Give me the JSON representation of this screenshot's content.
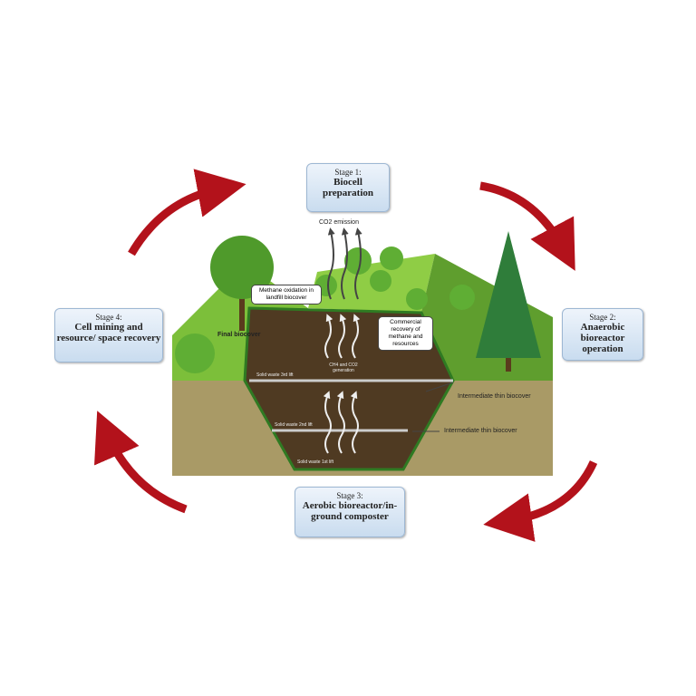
{
  "stages": [
    {
      "num": "Stage 1:",
      "title": "Biocell preparation"
    },
    {
      "num": "Stage 2:",
      "title": "Anaerobic bioreactor operation"
    },
    {
      "num": "Stage 3:",
      "title": "Aerobic bioreactor/in-ground composter"
    },
    {
      "num": "Stage 4:",
      "title": "Cell mining and resource/ space recovery"
    }
  ],
  "labels": {
    "co2": "CO2 emission",
    "methane_oxidation": "Methane oxidation in landfill biocover",
    "commercial": "Commercial recovery of methane and resources",
    "final_biocover": "Final biocover",
    "generation": "CH4 and CO2 generation",
    "bio1": "Intermediate thin biocover",
    "bio2": "Intermediate thin biocover",
    "lift3": "Solid waste 3rd lift",
    "lift2": "Solid waste 2nd lift",
    "lift1": "Solid waste 1st lift"
  },
  "colors": {
    "arrow": "#b3121b",
    "soil": "#a99a66",
    "waste": "#4f3a22",
    "grass": "#7cbf3a",
    "box": "#c9dcef"
  }
}
